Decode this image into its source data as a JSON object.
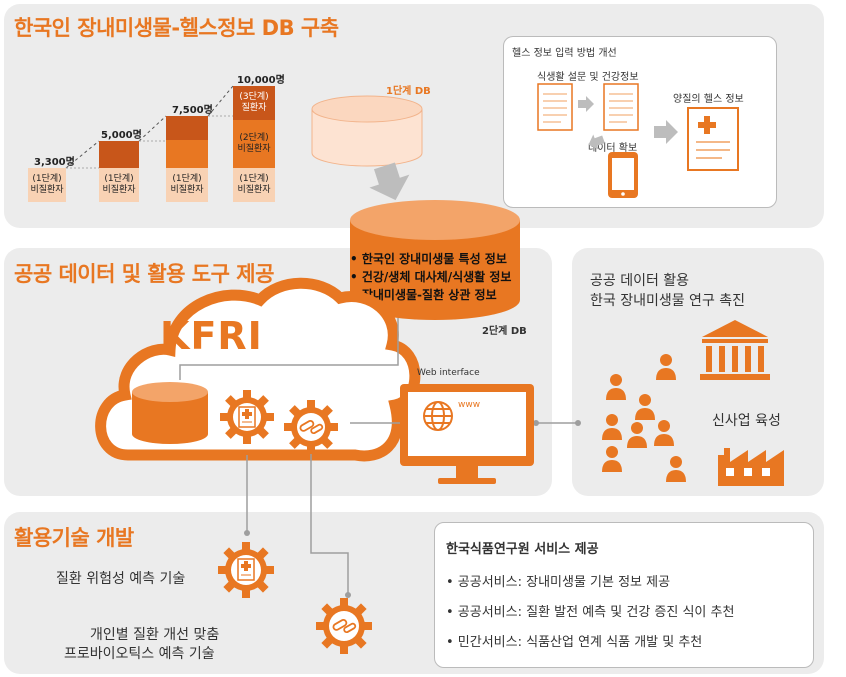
{
  "sections": {
    "s1_title": "한국인 장내미생물-헬스정보 DB 구축",
    "s2_title": "공공 데이터 및 활용 도구 제공",
    "s3_title": "활용기술 개발"
  },
  "bars": {
    "labels": [
      "3,300명",
      "5,000명",
      "7,500명",
      "10,000명"
    ],
    "stage1": "(1단계)\n비질환자",
    "stage2": "(2단계)\n비질환자",
    "stage3": "(3단계)\n질환자"
  },
  "db": {
    "stage1_label": "1단계 DB",
    "stage2_label": "2단계 DB",
    "items": [
      "• 한국인 장내미생물 특성 정보",
      "• 건강/생체 대사체/식생활 정보",
      "• 장내미생물-질환 상관 정보"
    ]
  },
  "health_input": {
    "title": "헬스 정보 입력 방법 개선",
    "survey": "식생활 설문 및 건강정보",
    "data": "데이터 확보",
    "quality": "양질의 헬스 정보"
  },
  "cloud": {
    "logo": "KFRI",
    "web": "Web interface",
    "www": "www"
  },
  "public_use": {
    "line1": "공공 데이터 활용",
    "line2": "한국 장내미생물 연구 촉진",
    "new_biz": "신사업 육성"
  },
  "tech": {
    "risk": "질환 위험성 예측 기술",
    "probiotic1": "개인별 질환 개선 맞춤",
    "probiotic2": "프로바이오틱스 예측 기술"
  },
  "service": {
    "title": "한국식품연구원 서비스 제공",
    "items": [
      "• 공공서비스: 장내미생물 기본 정보 제공",
      "• 공공서비스: 질환 발전 예측 및 건강 증진 식이 추천",
      "• 민간서비스: 식품산업 연계 식품 개발 및 추천"
    ]
  },
  "colors": {
    "orange": "#e87722",
    "dark_orange": "#c8561a",
    "light_orange": "#f8d2b4",
    "panel": "#ececec"
  }
}
